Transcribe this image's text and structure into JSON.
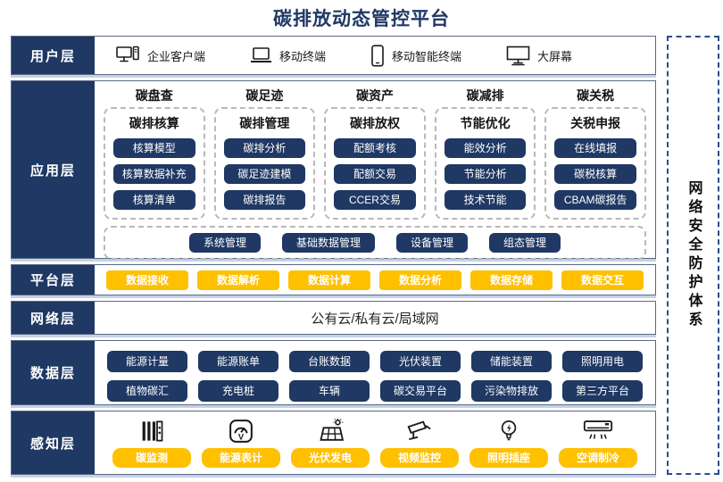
{
  "title": "碳排放动态管控平台",
  "colors": {
    "navy": "#1F3864",
    "yellow": "#FFC000",
    "divider": "#c4d2e8",
    "dashed_gray": "#b9b9b9",
    "sidebar_dash": "#2e4c8f"
  },
  "layers": {
    "user": {
      "label": "用户层",
      "items": [
        {
          "icon": "desktop-computer-icon",
          "label": "企业客户端"
        },
        {
          "icon": "laptop-icon",
          "label": "移动终端"
        },
        {
          "icon": "smartphone-icon",
          "label": "移动智能终端"
        },
        {
          "icon": "large-screen-icon",
          "label": "大屏幕"
        }
      ]
    },
    "app": {
      "label": "应用层",
      "columns": [
        {
          "header": "碳盘查",
          "subheader": "碳排核算",
          "items": [
            "核算模型",
            "核算数据补充",
            "核算清单"
          ]
        },
        {
          "header": "碳足迹",
          "subheader": "碳排管理",
          "items": [
            "碳排分析",
            "碳足迹建模",
            "碳排报告"
          ]
        },
        {
          "header": "碳资产",
          "subheader": "碳排放权",
          "items": [
            "配额考核",
            "配额交易",
            "CCER交易"
          ]
        },
        {
          "header": "碳减排",
          "subheader": "节能优化",
          "items": [
            "能效分析",
            "节能分析",
            "技术节能"
          ]
        },
        {
          "header": "碳关税",
          "subheader": "关税申报",
          "items": [
            "在线填报",
            "碳税核算",
            "CBAM碳报告"
          ]
        }
      ],
      "common": [
        "系统管理",
        "基础数据管理",
        "设备管理",
        "组态管理"
      ]
    },
    "platform": {
      "label": "平台层",
      "items": [
        "数据接收",
        "数据解析",
        "数据计算",
        "数据分析",
        "数据存储",
        "数据交互"
      ]
    },
    "network": {
      "label": "网络层",
      "text": "公有云/私有云/局域网"
    },
    "data": {
      "label": "数据层",
      "rows": [
        [
          "能源计量",
          "能源账单",
          "台账数据",
          "光伏装置",
          "储能装置",
          "照明用电"
        ],
        [
          "植物碳汇",
          "充电桩",
          "车辆",
          "碳交易平台",
          "污染物排放",
          "第三方平台"
        ]
      ]
    },
    "perception": {
      "label": "感知层",
      "items": [
        {
          "icon": "carbon-monitor-icon",
          "label": "碳监测"
        },
        {
          "icon": "energy-meter-icon",
          "label": "能源表计"
        },
        {
          "icon": "solar-panel-icon",
          "label": "光伏发电"
        },
        {
          "icon": "cctv-camera-icon",
          "label": "视频监控"
        },
        {
          "icon": "light-bulb-icon",
          "label": "照明插座"
        },
        {
          "icon": "air-conditioner-icon",
          "label": "空调制冷"
        }
      ]
    }
  },
  "sidebar": {
    "text": "网络安全防护体系"
  }
}
